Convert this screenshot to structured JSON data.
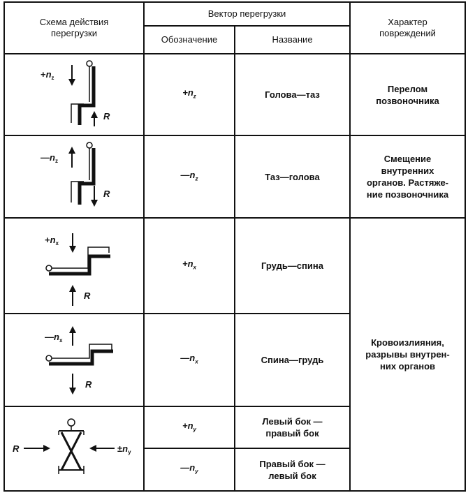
{
  "header": {
    "scheme": "Схема действия\nперегрузки",
    "vector": "Вектор перегрузки",
    "designation": "Обозначение",
    "name": "Название",
    "damage": "Характер\nповреждений"
  },
  "rows": [
    {
      "scheme_label": {
        "sign": "+",
        "letter": "n",
        "sub": "z"
      },
      "force_label": "R",
      "designation": {
        "sign": "+",
        "letter": "n",
        "sub": "z"
      },
      "name": "Голова—таз"
    },
    {
      "scheme_label": {
        "sign": "—",
        "letter": "n",
        "sub": "z"
      },
      "force_label": "R",
      "designation": {
        "sign": "—",
        "letter": "n",
        "sub": "z"
      },
      "name": "Таз—голова"
    },
    {
      "scheme_label": {
        "sign": "+",
        "letter": "n",
        "sub": "x"
      },
      "force_label": "R",
      "designation": {
        "sign": "+",
        "letter": "n",
        "sub": "x"
      },
      "name": "Грудь—спина"
    },
    {
      "scheme_label": {
        "sign": "—",
        "letter": "n",
        "sub": "x"
      },
      "force_label": "R",
      "designation": {
        "sign": "—",
        "letter": "n",
        "sub": "x"
      },
      "name": "Спина—грудь"
    },
    {
      "scheme_label": {
        "sign": "±",
        "letter": "n",
        "sub": "y"
      },
      "force_label": "R",
      "designation": {
        "sign": "+",
        "letter": "n",
        "sub": "y"
      },
      "name": "Левый бок —\nправый бок"
    },
    {
      "designation": {
        "sign": "—",
        "letter": "n",
        "sub": "y"
      },
      "name": "Правый бок —\nлевый бок"
    }
  ],
  "damage": {
    "spine": "Перелом\nпозвоночника",
    "organs": "Смещение\nвнутренних\nорганов. Растяже-\nние позвоночника",
    "hemorrhage": "Кровоизлияния,\nразрывы внутрен-\nних органов"
  }
}
